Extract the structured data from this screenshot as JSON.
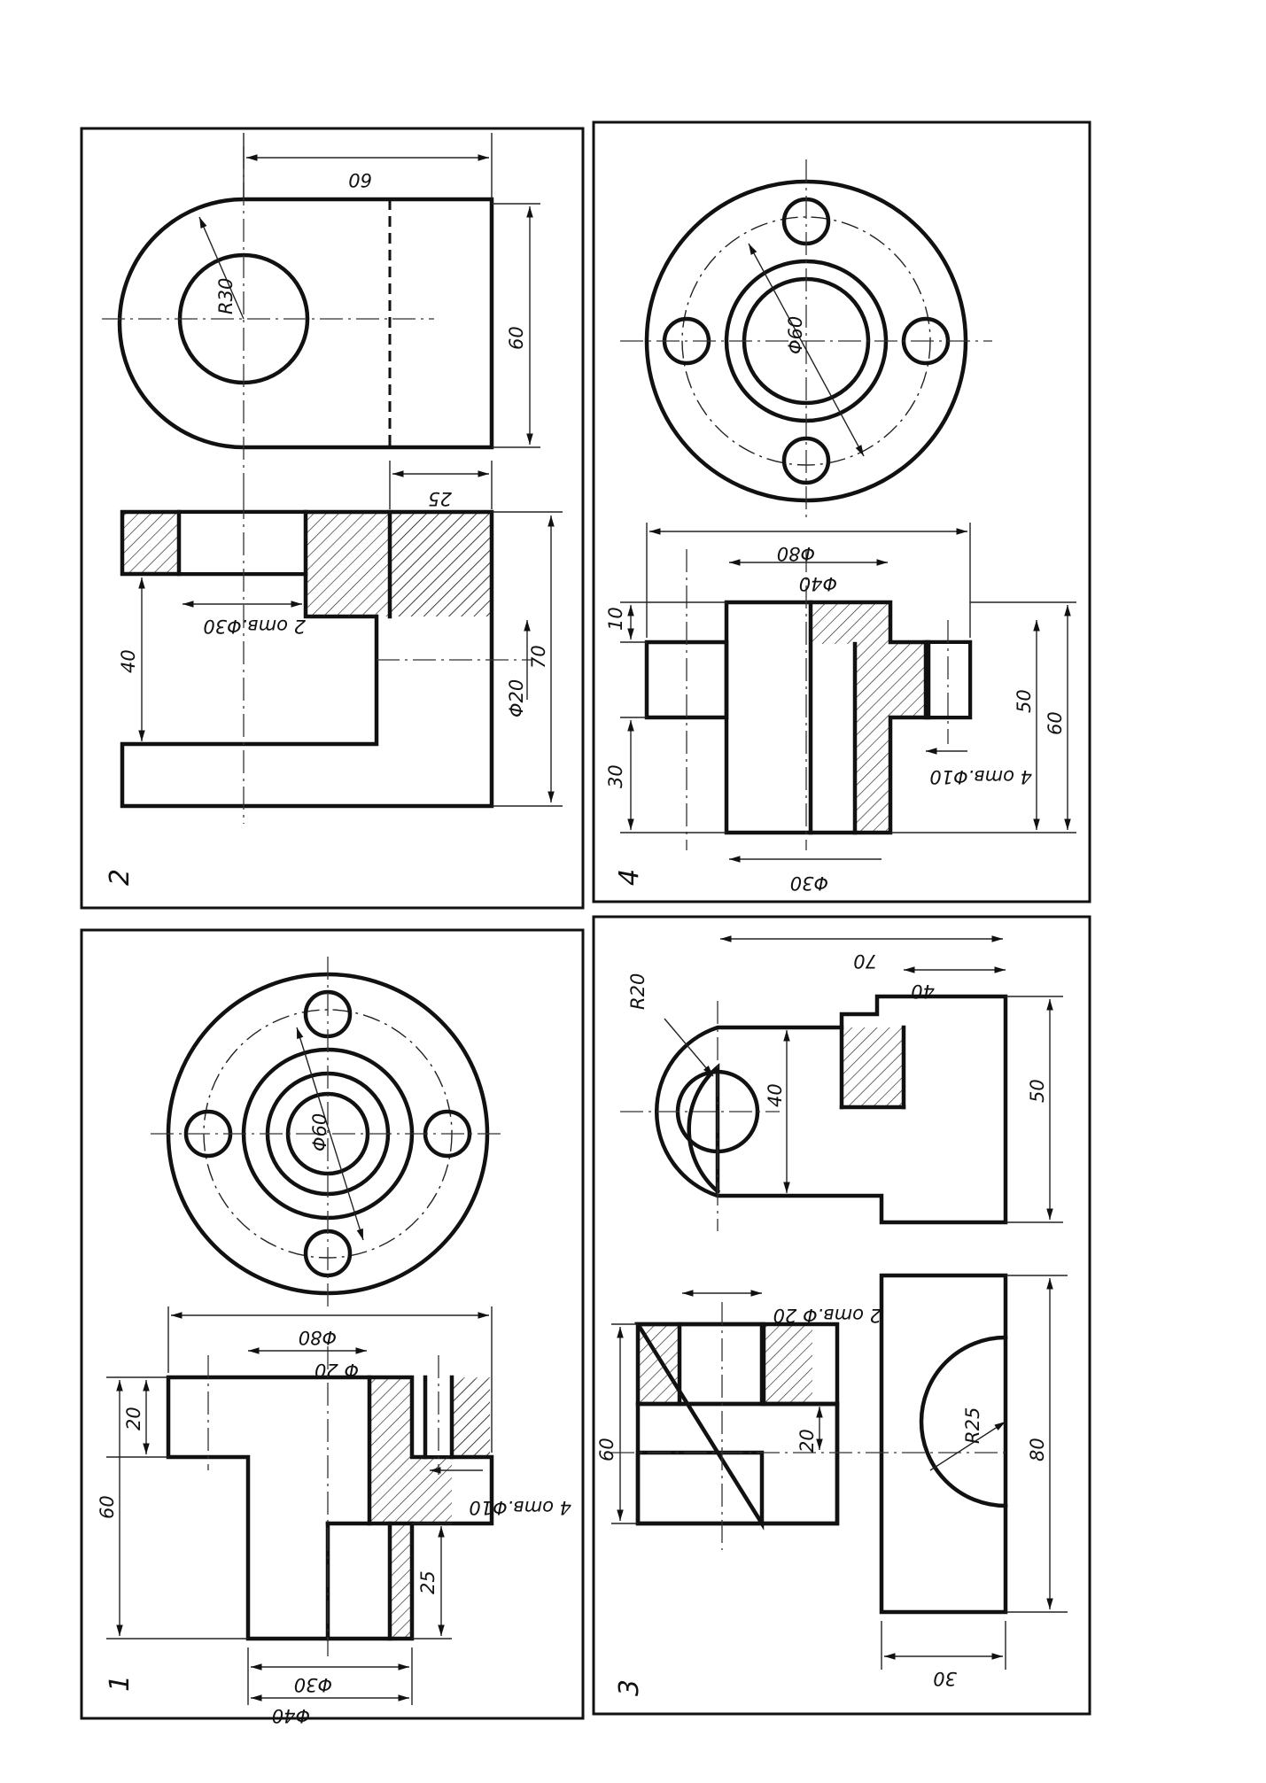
{
  "sheet": {
    "panels": [
      {
        "id": "1",
        "number": "1",
        "dims": [
          "60",
          "20",
          "25",
          "Φ40",
          "Φ30",
          "Φ80",
          "Φ 20",
          "4 omв.Φ10",
          "Φ60"
        ]
      },
      {
        "id": "2",
        "number": "2",
        "dims": [
          "60",
          "R30",
          "60",
          "25",
          "40",
          "2 omв.Φ30",
          "Φ20",
          "70"
        ]
      },
      {
        "id": "3",
        "number": "3",
        "dims": [
          "60",
          "20",
          "30",
          "80",
          "R25",
          "2 omв.Φ 20",
          "R20",
          "40",
          "50",
          "40",
          "70"
        ]
      },
      {
        "id": "4",
        "number": "4",
        "dims": [
          "Φ80",
          "Φ40",
          "Φ60",
          "10",
          "30",
          "50",
          "60",
          "4 omв.Φ10",
          "Φ30"
        ]
      }
    ]
  }
}
